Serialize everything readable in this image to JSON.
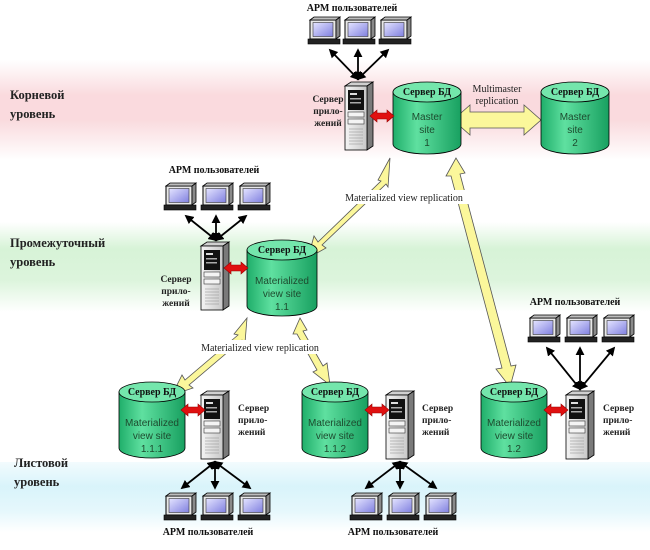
{
  "levels": {
    "root": {
      "line1": "Корневой",
      "line2": "уровень"
    },
    "intermediate": {
      "line1": "Промежуточный",
      "line2": "уровень"
    },
    "leaf": {
      "line1": "Листовой",
      "line2": "уровень"
    }
  },
  "labels": {
    "workstations": "АРМ пользователей",
    "app_server": [
      "Сервер",
      "прило-",
      "жений"
    ],
    "db_server": "Сервер БД"
  },
  "databases": {
    "master1": [
      "Master",
      "site",
      "1"
    ],
    "master2": [
      "Master",
      "site",
      "2"
    ],
    "mv11": [
      "Materialized",
      "view site",
      "1.1"
    ],
    "mv111": [
      "Materialized",
      "view site",
      "1.1.1"
    ],
    "mv112": [
      "Materialized",
      "view site",
      "1.1.2"
    ],
    "mv12": [
      "Materialized",
      "view site",
      "1.2"
    ]
  },
  "replication": {
    "multimaster": [
      "Multimaster",
      "replication"
    ],
    "mv_upper": "Materialized view replication",
    "mv_lower": "Materialized view replication"
  },
  "colors": {
    "db_fill": "#33cc88",
    "db_top": "#7ee8b4",
    "arrow_yellow": "#fbf79b",
    "arrow_red": "#e01010",
    "root_band": "#f0a0aa",
    "mid_band": "#a8e0a8",
    "leaf_band": "#b0e6f4"
  }
}
